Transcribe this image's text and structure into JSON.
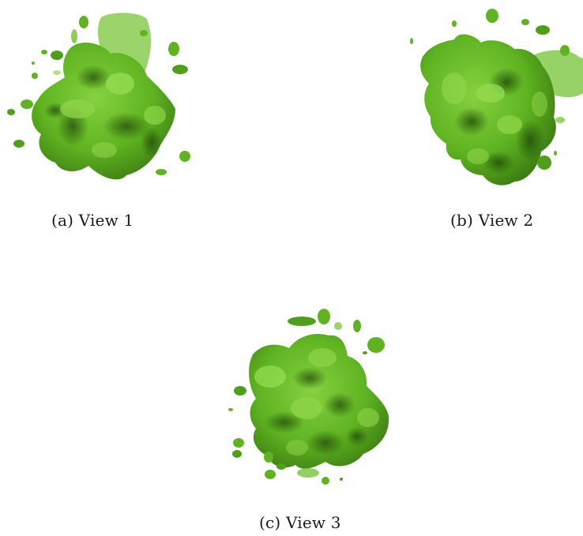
{
  "figure": {
    "surface_color": "#5fb321",
    "surface_dark": "#2f6a0c",
    "surface_light": "#8fd64a",
    "panels": [
      {
        "id": "a",
        "caption": "(a) View 1"
      },
      {
        "id": "b",
        "caption": "(b) View 2"
      },
      {
        "id": "c",
        "caption": "(c) View 3"
      }
    ]
  }
}
